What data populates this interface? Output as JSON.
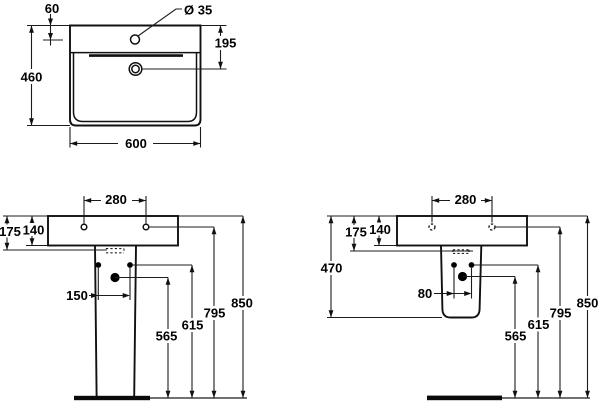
{
  "plan_view": {
    "tap_offset": "60",
    "tap_hole_diameter": "Ø 35",
    "tap_to_drain": "195",
    "depth": "460",
    "width": "600"
  },
  "front_view_pedestal": {
    "fixing_hole_spacing": "280",
    "rim_to_underside": "175",
    "rim_to_body_bottom": "140",
    "pedestal_fixing_spacing": "150",
    "drain_height": "565",
    "pedestal_hole_height": "615",
    "fixing_hole_height": "795",
    "rim_height": "850"
  },
  "front_view_semi_pedestal": {
    "fixing_hole_spacing": "280",
    "rim_to_underside": "175",
    "rim_to_body_bottom": "140",
    "pedestal_height": "470",
    "pedestal_fixing_spacing": "80",
    "drain_height": "565",
    "pedestal_hole_height": "615",
    "fixing_hole_height": "795",
    "rim_height": "850"
  },
  "colors": {
    "line": "#111111",
    "background": "#ffffff"
  }
}
